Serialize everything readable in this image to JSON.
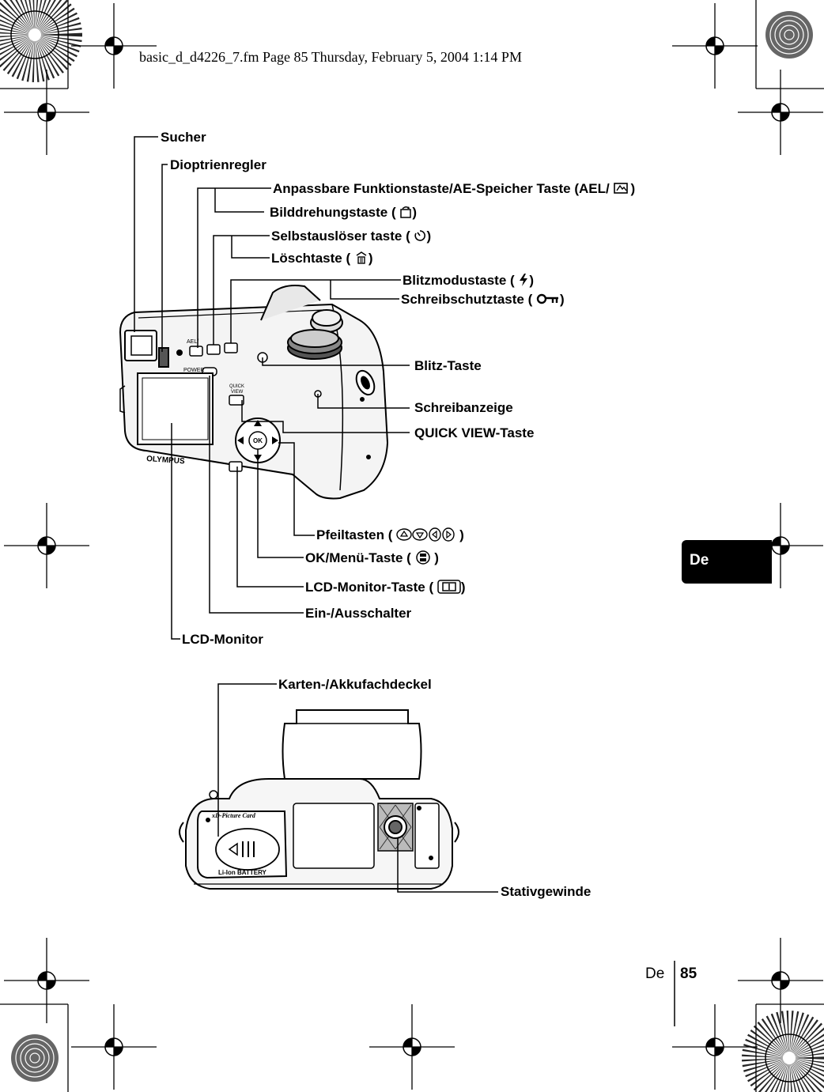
{
  "header": "basic_d_d4226_7.fm  Page 85  Thursday, February 5, 2004  1:14 PM",
  "tab": "De",
  "footer": {
    "lang": "De",
    "page": "85"
  },
  "labels": {
    "sucher": "Sucher",
    "dioptrienregler": "Dioptrienregler",
    "anpassbare": "Anpassbare Funktionstaste/AE-Speicher Taste (AEL/",
    "bilddrehung": "Bilddrehungstaste (",
    "selbstausloeser": "Selbstauslöser taste (",
    "loeschtaste": "Löschtaste (",
    "blitzmodus": "Blitzmodustaste (",
    "schreibschutz": "Schreibschutztaste (",
    "blitz_taste": "Blitz-Taste",
    "schreibanzeige": "Schreibanzeige",
    "quick_view": "QUICK VIEW-Taste",
    "pfeiltasten": "Pfeiltasten (",
    "ok_menue": "OK/Menü-Taste (",
    "lcd_taste": "LCD-Monitor-Taste (",
    "ein_aus": "Ein-/Ausschalter",
    "lcd_monitor": "LCD-Monitor",
    "karten": "Karten-/Akkufachdeckel",
    "stativ": "Stativgewinde",
    "close_paren": ")"
  },
  "camera_markings": {
    "brand": "OLYMPUS",
    "power": "POWER",
    "quick_view_1": "QUICK",
    "quick_view_2": "VIEW",
    "ael": "AEL/",
    "ok": "OK",
    "card_logo": "xD-Picture Card",
    "battery": "Li-Ion BATTERY"
  }
}
